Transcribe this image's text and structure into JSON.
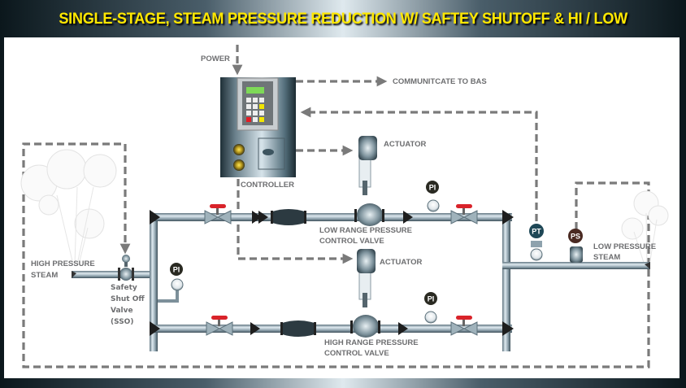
{
  "title": "SINGLE-STAGE, STEAM PRESSURE REDUCTION W/ SAFTEY SHUTOFF &  HI / LOW",
  "labels": {
    "power": "POWER",
    "communicate": "COMMUNITCATE TO BAS",
    "controller": "CONTROLLER",
    "actuator_top": "ACTUATOR",
    "actuator_bottom": "ACTUATOR",
    "low_range_1": "LOW RANGE PRESSURE",
    "low_range_2": "CONTROL VALVE",
    "high_range_1": "HIGH RANGE PRESSURE",
    "high_range_2": "CONTROL VALVE",
    "hp_steam_1": "HIGH PRESSURE",
    "hp_steam_2": "STEAM",
    "lp_steam_1": "LOW PRESSURE",
    "lp_steam_2": "STEAM",
    "sso_1": "Safety",
    "sso_2": "Shut Off",
    "sso_3": "Valve",
    "sso_4": "(SSO)"
  },
  "instruments": {
    "pi": "PI",
    "pt": "PT",
    "ps": "PS"
  },
  "colors": {
    "title_text": "#ffe800",
    "label_gray": "#6d6e70",
    "dash_gray": "#7a7a7a",
    "valve_handle": "#d9232a",
    "keypad_yellow": "#f2e600",
    "display_green": "#7ed957"
  }
}
